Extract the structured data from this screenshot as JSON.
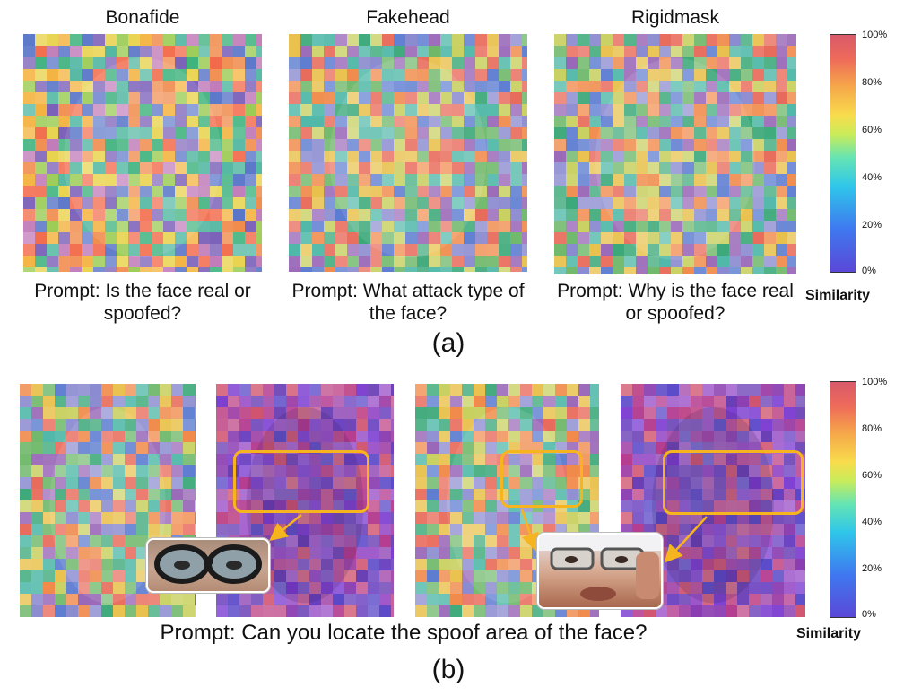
{
  "panel_a": {
    "columns": [
      {
        "title": "Bonafide",
        "prompt": "Prompt: Is the face real or spoofed?"
      },
      {
        "title": "Fakehead",
        "prompt": "Prompt: What attack type of the face?"
      },
      {
        "title": "Rigidmask",
        "prompt": "Prompt: Why is the face real or spoofed?"
      }
    ],
    "label": "(a)"
  },
  "panel_b": {
    "prompt": "Prompt: Can you locate the spoof area of the face?",
    "label": "(b)"
  },
  "colorbar": {
    "title": "Similarity",
    "ticks": [
      "100%",
      "80%",
      "60%",
      "40%",
      "20%",
      "0%"
    ]
  },
  "colors": {
    "callout": "#f6b51e"
  },
  "icons": [
    "face-heatmap-image",
    "eyeglasses-inset-photo",
    "colorbar-gradient"
  ]
}
